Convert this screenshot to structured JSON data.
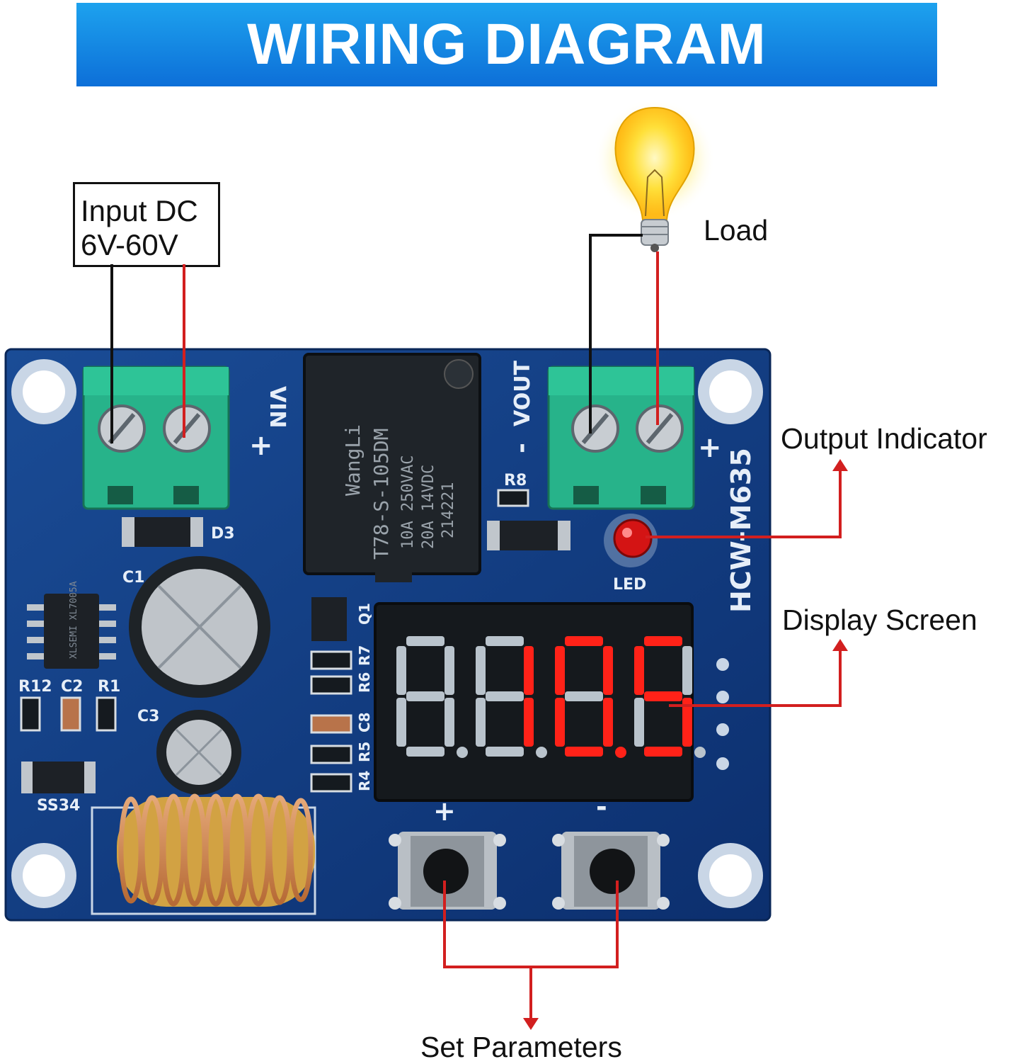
{
  "header": {
    "title": "WIRING DIAGRAM"
  },
  "labels": {
    "input_line1": "Input DC",
    "input_line2": "6V-60V",
    "load": "Load",
    "output_indicator": "Output Indicator",
    "display_screen": "Display Screen",
    "set_parameters": "Set Parameters"
  },
  "board": {
    "model": "HCW-M635",
    "vin": "VIN",
    "vout": "VOUT",
    "plus": "+",
    "minus": "-",
    "d3": "D3",
    "c1": "C1",
    "c2": "C2",
    "c3": "C3",
    "r1": "R1",
    "r12": "R12",
    "r8": "R8",
    "q1": "Q1",
    "r7": "R7",
    "r6": "R6",
    "c8": "C8",
    "r5": "R5",
    "r4": "R4",
    "ss34": "SS34",
    "led": "LED",
    "relay_brand": "WangLi",
    "relay_model": "T78-S-105DM",
    "relay_rating1": "10A 250VAC",
    "relay_rating2": "20A 14VDC",
    "relay_code": "214221",
    "ic_marking": "XLSEMI XL7005A",
    "display_value": "10.5"
  },
  "colors": {
    "banner": "#0d6fd8",
    "pcb": "#0f3d82",
    "wire_negative": "#111111",
    "wire_positive": "#d21f1f",
    "callout": "#d21f1f",
    "display_on": "#ff2218"
  }
}
